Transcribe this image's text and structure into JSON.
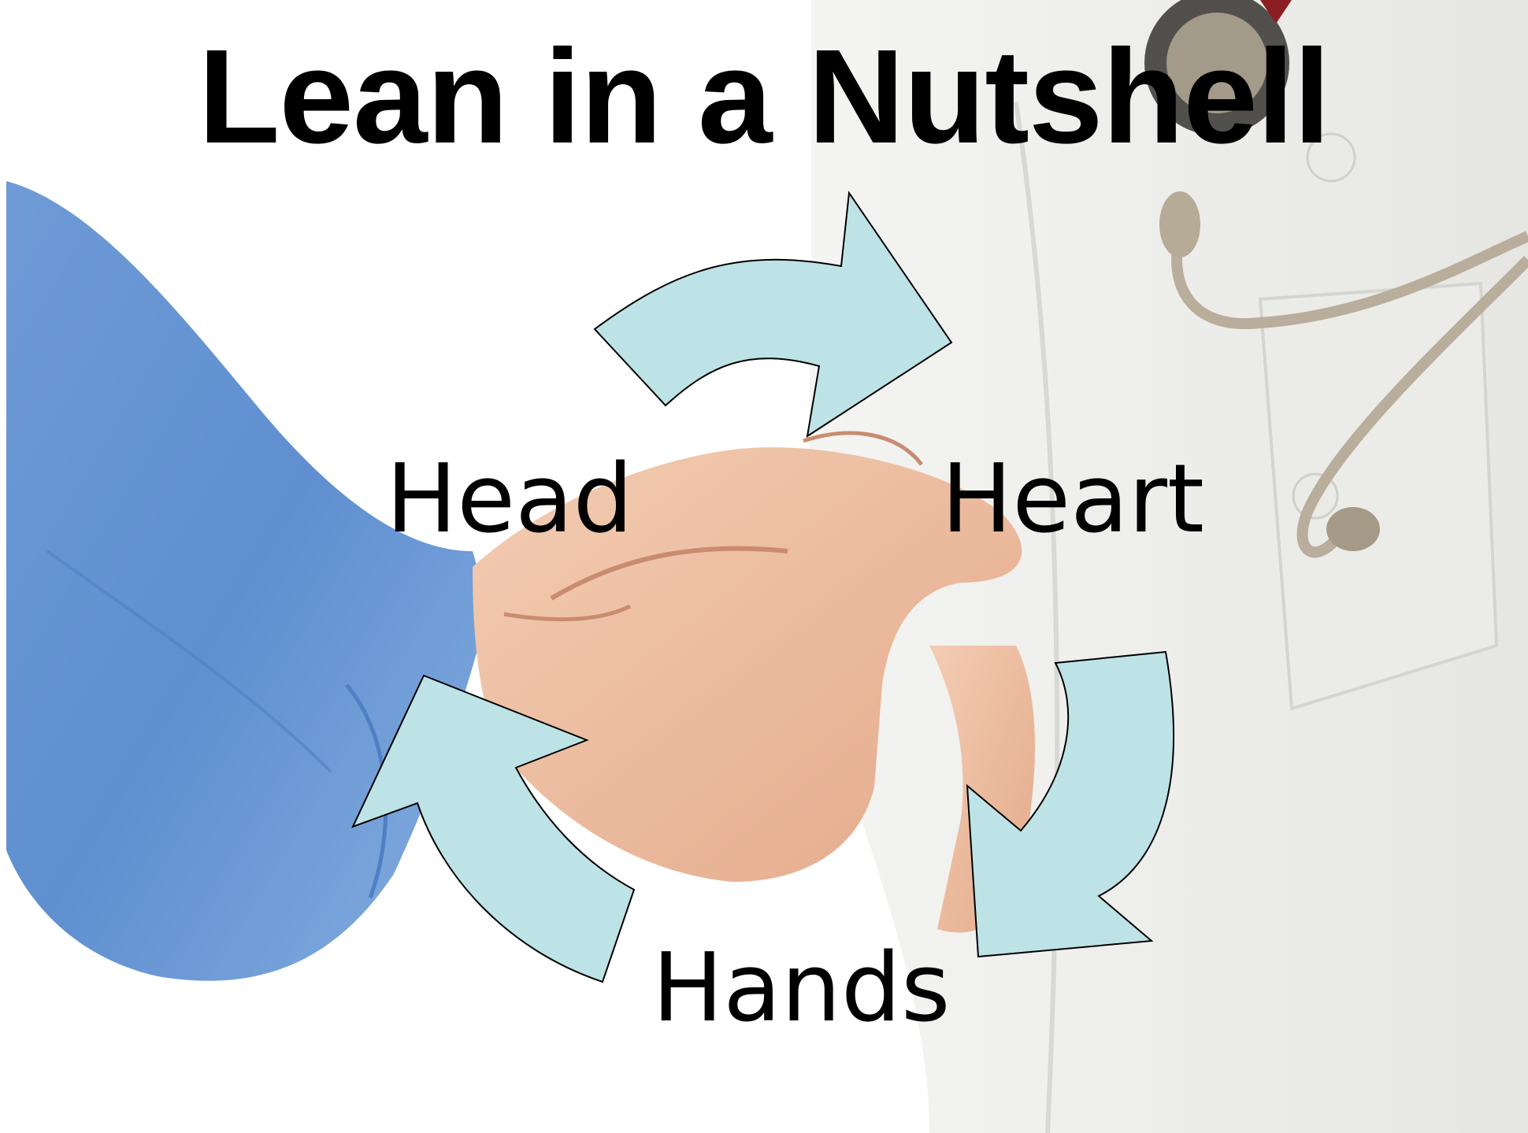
{
  "slide": {
    "title": "Lean in a Nutshell",
    "background_description": "Clinician in white coat with stethoscope holding patient's hand (patient in blue gown)"
  },
  "cycle": {
    "arrow_color": "#bde3e6",
    "arrow_outline": "#000000",
    "direction": "clockwise",
    "nodes": [
      {
        "id": "head",
        "label": "Head"
      },
      {
        "id": "heart",
        "label": "Heart"
      },
      {
        "id": "hands",
        "label": "Hands"
      }
    ]
  }
}
